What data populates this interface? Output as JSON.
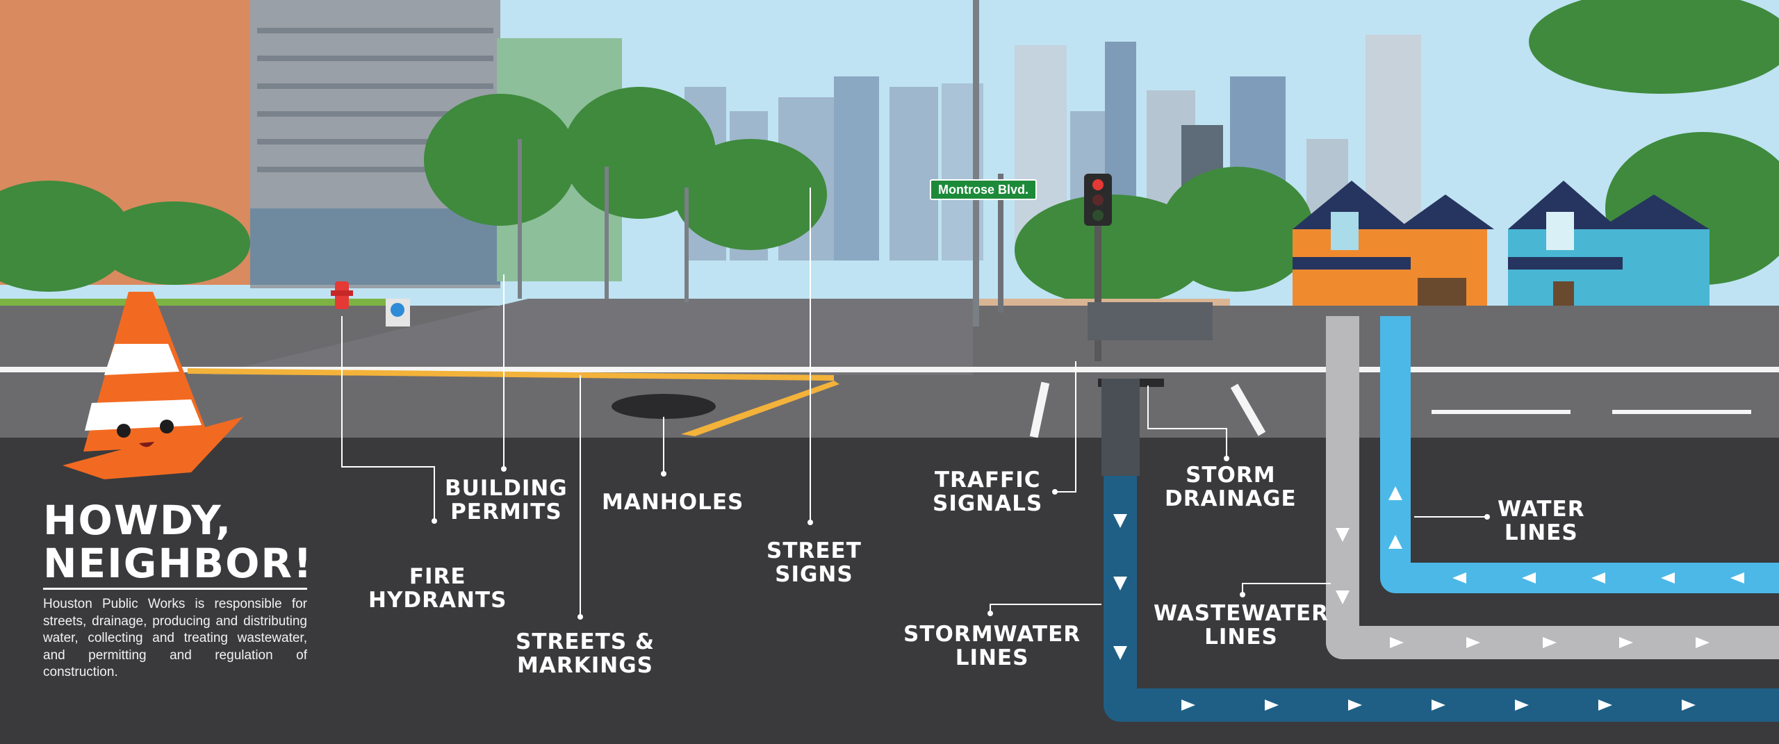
{
  "intro": {
    "title_line1": "HOWDY,",
    "title_line2": "NEIGHBOR!",
    "description": "Houston Public Works is responsible for streets, drainage, producing and distributing water, collecting and treating wastewater, and permitting and regulation of construction."
  },
  "street_sign": "Montrose Blvd.",
  "labels": {
    "fire_hydrants": [
      "FIRE",
      "HYDRANTS"
    ],
    "building_permits": [
      "BUILDING",
      "PERMITS"
    ],
    "streets_markings": [
      "STREETS &",
      "MARKINGS"
    ],
    "manholes": [
      "MANHOLES"
    ],
    "street_signs": [
      "STREET",
      "SIGNS"
    ],
    "traffic_signals": [
      "TRAFFIC",
      "SIGNALS"
    ],
    "storm_drainage": [
      "STORM",
      "DRAINAGE"
    ],
    "stormwater_lines": [
      "STORMWATER",
      "LINES"
    ],
    "wastewater_lines": [
      "WASTEWATER",
      "LINES"
    ],
    "water_lines": [
      "WATER",
      "LINES"
    ]
  },
  "colors": {
    "sky": "#bfe3f2",
    "ground": "#3a3a3c",
    "road": "#6b6b6e",
    "stormwater_pipe": "#1f5f86",
    "wastewater_pipe": "#b9b9bb",
    "water_pipe": "#4cb8e8",
    "cone": "#f26a21"
  }
}
